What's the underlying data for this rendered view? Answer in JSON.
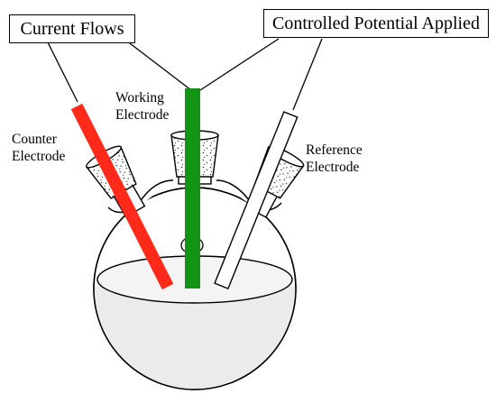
{
  "boxes": {
    "current": "Current Flows",
    "potential": "Controlled Potential Applied"
  },
  "labels": {
    "counter": [
      "Counter",
      "Electrode"
    ],
    "working": [
      "Working",
      "Electrode"
    ],
    "reference": [
      "Reference",
      "Electrode"
    ]
  },
  "colors": {
    "counter_electrode": "#ff2a1a",
    "working_electrode": "#149414",
    "reference_electrode": "#ffffff",
    "solution": "#ebebeb",
    "outline": "#000000"
  }
}
